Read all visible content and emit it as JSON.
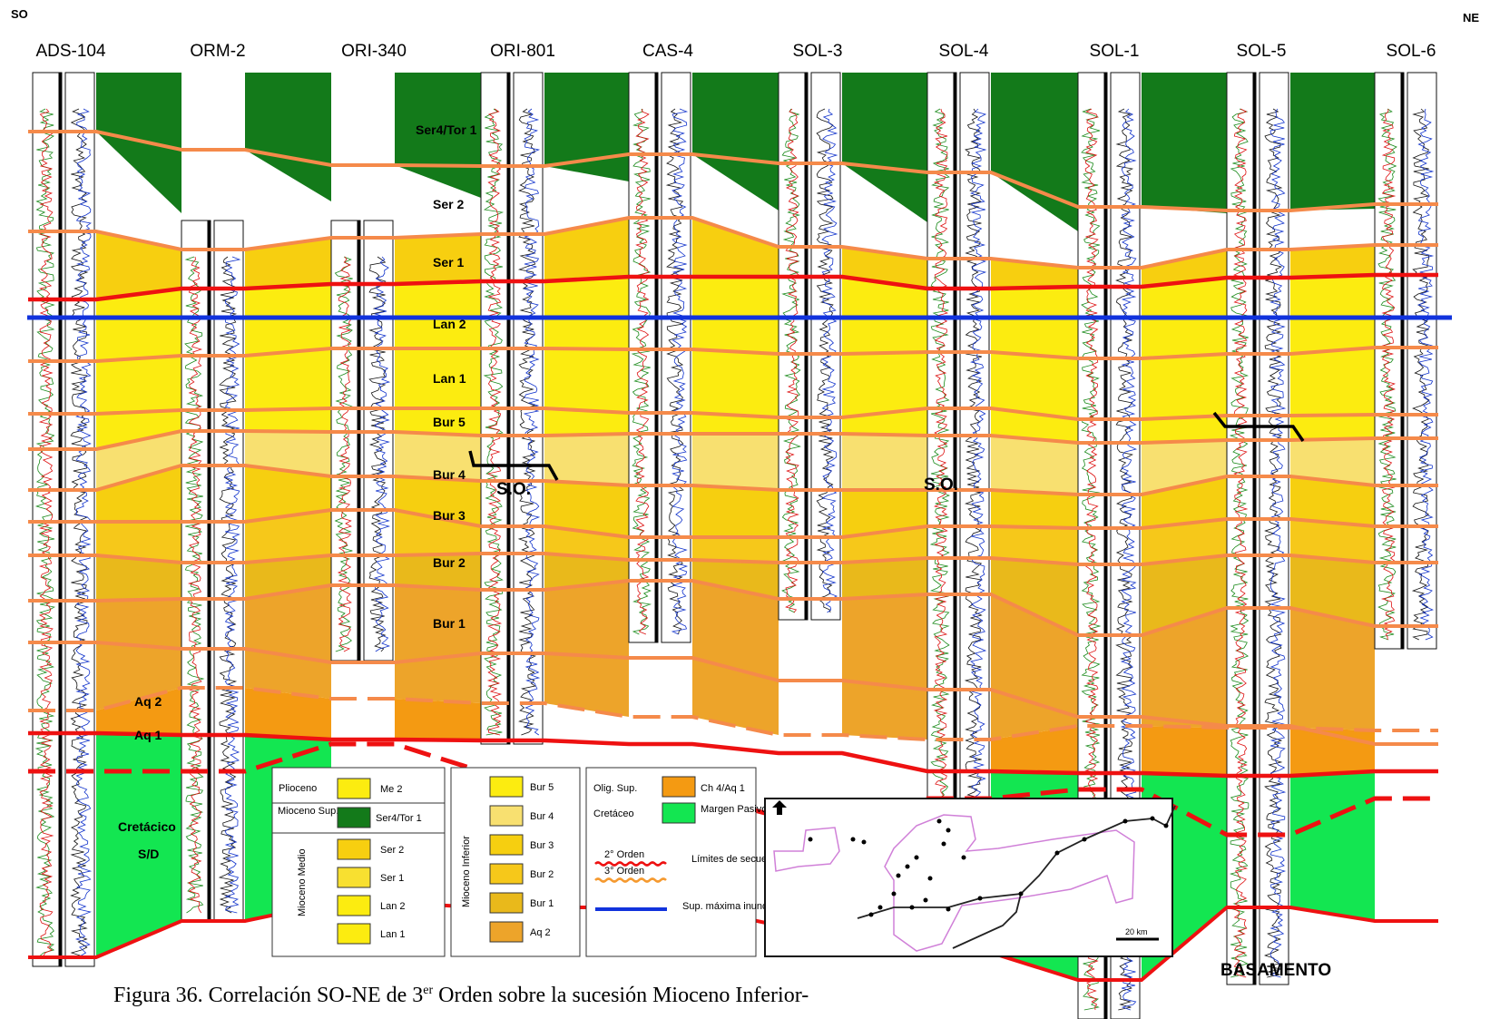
{
  "orientation": {
    "left": "SO",
    "right": "NE"
  },
  "wells": [
    "ADS-104",
    "ORM-2",
    "ORI-340",
    "ORI-801",
    "CAS-4",
    "SOL-3",
    "SOL-4",
    "SOL-1",
    "SOL-5",
    "SOL-6"
  ],
  "units": [
    {
      "key": "ser4",
      "label": "Ser4/Tor 1",
      "color": "#137a1a"
    },
    {
      "key": "ser2",
      "label": "Ser 2",
      "color": "#f7cf10"
    },
    {
      "key": "ser1",
      "label": "Ser 1",
      "color": "#f8e030"
    },
    {
      "key": "lan2",
      "label": "Lan 2",
      "color": "#fcec10"
    },
    {
      "key": "lan1",
      "label": "Lan 1",
      "color": "#fcec10"
    },
    {
      "key": "bur5",
      "label": "Bur 5",
      "color": "#fcec10"
    },
    {
      "key": "bur4",
      "label": "Bur 4",
      "color": "#f8e070"
    },
    {
      "key": "bur3",
      "label": "Bur 3",
      "color": "#f6cf10"
    },
    {
      "key": "bur2",
      "label": "Bur 2",
      "color": "#f6c81a"
    },
    {
      "key": "bur1",
      "label": "Bur 1",
      "color": "#e9b91b"
    },
    {
      "key": "aq2",
      "label": "Aq 2",
      "color": "#eda42a"
    },
    {
      "key": "aq1",
      "label": "Aq 1",
      "color": "#f49a12"
    },
    {
      "key": "cret",
      "label": "Cretácico S/D",
      "color": "#13e651"
    }
  ],
  "annotations": {
    "so": "S.O.",
    "basamento": "BASAMENTO"
  },
  "legend": {
    "col1": {
      "pliocene": "Plioceno",
      "me2": "Me 2",
      "miocene_sup": "Mioceno Sup.",
      "ser4": "Ser4/Tor 1",
      "miocene_medio": "Mioceno Medio",
      "ser2": "Ser 2",
      "ser1": "Ser 1",
      "lan2": "Lan 2",
      "lan1": "Lan 1"
    },
    "col2": {
      "group": "Mioceno Inferior",
      "items": [
        "Bur 5",
        "Bur 4",
        "Bur 3",
        "Bur 2",
        "Bur 1",
        "Aq 2"
      ]
    },
    "col3": {
      "olig": "Olig. Sup.",
      "ch4": "Ch 4/Aq 1",
      "cret": "Cretáceo",
      "margen": "Margen Pasivo",
      "orden2": "2° Orden",
      "orden3": "3° Orden",
      "limites": "Límites de secuencias",
      "supmax": "Sup. máxima inundación"
    }
  },
  "map": {
    "scale": "20 km"
  },
  "caption": {
    "prefix": "Figura 36. Correlación SO-NE de 3",
    "sup": "er",
    "suffix": " Orden sobre la sucesión Mioceno Inferior-"
  },
  "colors": {
    "third_order": "#f58a4a",
    "second_order": "#ee1111",
    "mfs": "#1133dd"
  }
}
